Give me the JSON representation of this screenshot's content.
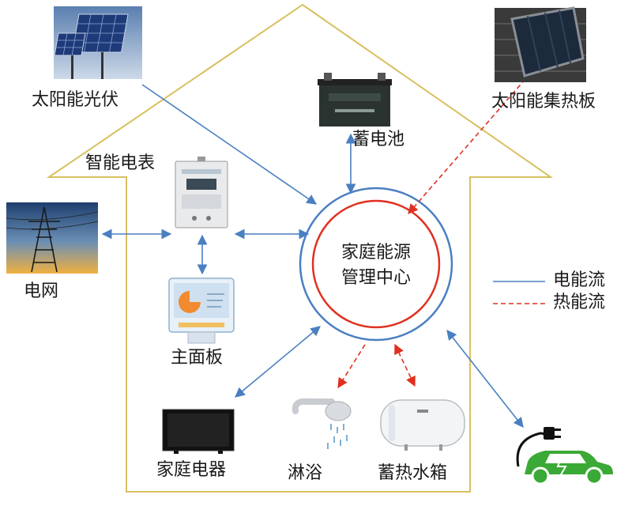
{
  "hub": {
    "line1": "家庭能源",
    "line2": "管理中心"
  },
  "labels": {
    "solar_pv": "太阳能光伏",
    "smart_meter": "智能电表",
    "battery": "蓄电池",
    "solar_thermal": "太阳能集热板",
    "grid": "电网",
    "main_panel": "主面板",
    "appliances": "家庭电器",
    "shower": "淋浴",
    "water_tank": "蓄热水箱"
  },
  "legend": {
    "electric": "电能流",
    "thermal": "热能流"
  },
  "colors": {
    "electric": "#4a7fc1",
    "thermal": "#e03020",
    "house": "#d8c060",
    "hub_outer": "#4a7fc1",
    "hub_inner": "#e03020",
    "ev": "#3aa935"
  }
}
